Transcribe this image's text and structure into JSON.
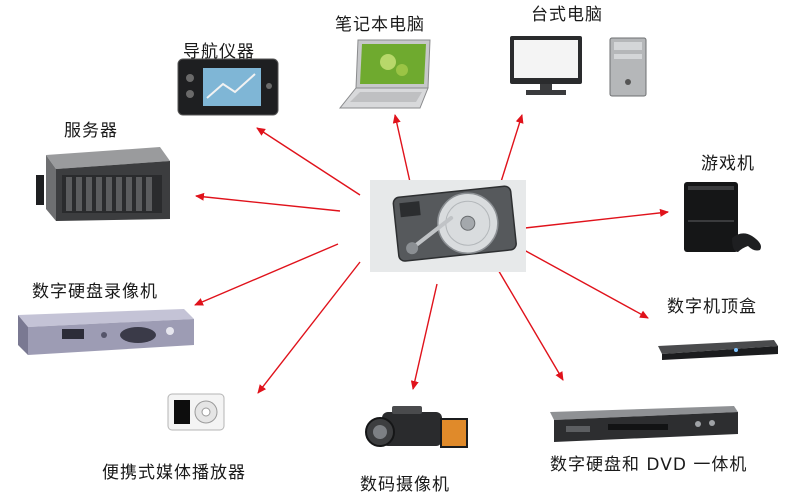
{
  "center": {
    "icon": "hard-disk-drive-icon"
  },
  "devices": [
    {
      "id": "navigator",
      "label": "导航仪器",
      "icon": "gps-navigator-icon"
    },
    {
      "id": "laptop",
      "label": "笔记本电脑",
      "icon": "laptop-icon"
    },
    {
      "id": "desktop",
      "label": "台式电脑",
      "icon": "desktop-computer-icon"
    },
    {
      "id": "server",
      "label": "服务器",
      "icon": "server-icon"
    },
    {
      "id": "game-console",
      "label": "游戏机",
      "icon": "game-console-icon"
    },
    {
      "id": "dvr",
      "label": "数字硬盘录像机",
      "icon": "dvr-icon"
    },
    {
      "id": "settop",
      "label": "数字机顶盒",
      "icon": "set-top-box-icon"
    },
    {
      "id": "media-player",
      "label": "便携式媒体播放器",
      "icon": "media-player-icon"
    },
    {
      "id": "camcorder",
      "label": "数码摄像机",
      "icon": "camcorder-icon"
    },
    {
      "id": "dvd-combo",
      "label": "数字硬盘和 DVD 一体机",
      "icon": "dvd-recorder-icon"
    }
  ],
  "colors": {
    "arrow": "#e0121b",
    "label": "#1a1a1a"
  }
}
